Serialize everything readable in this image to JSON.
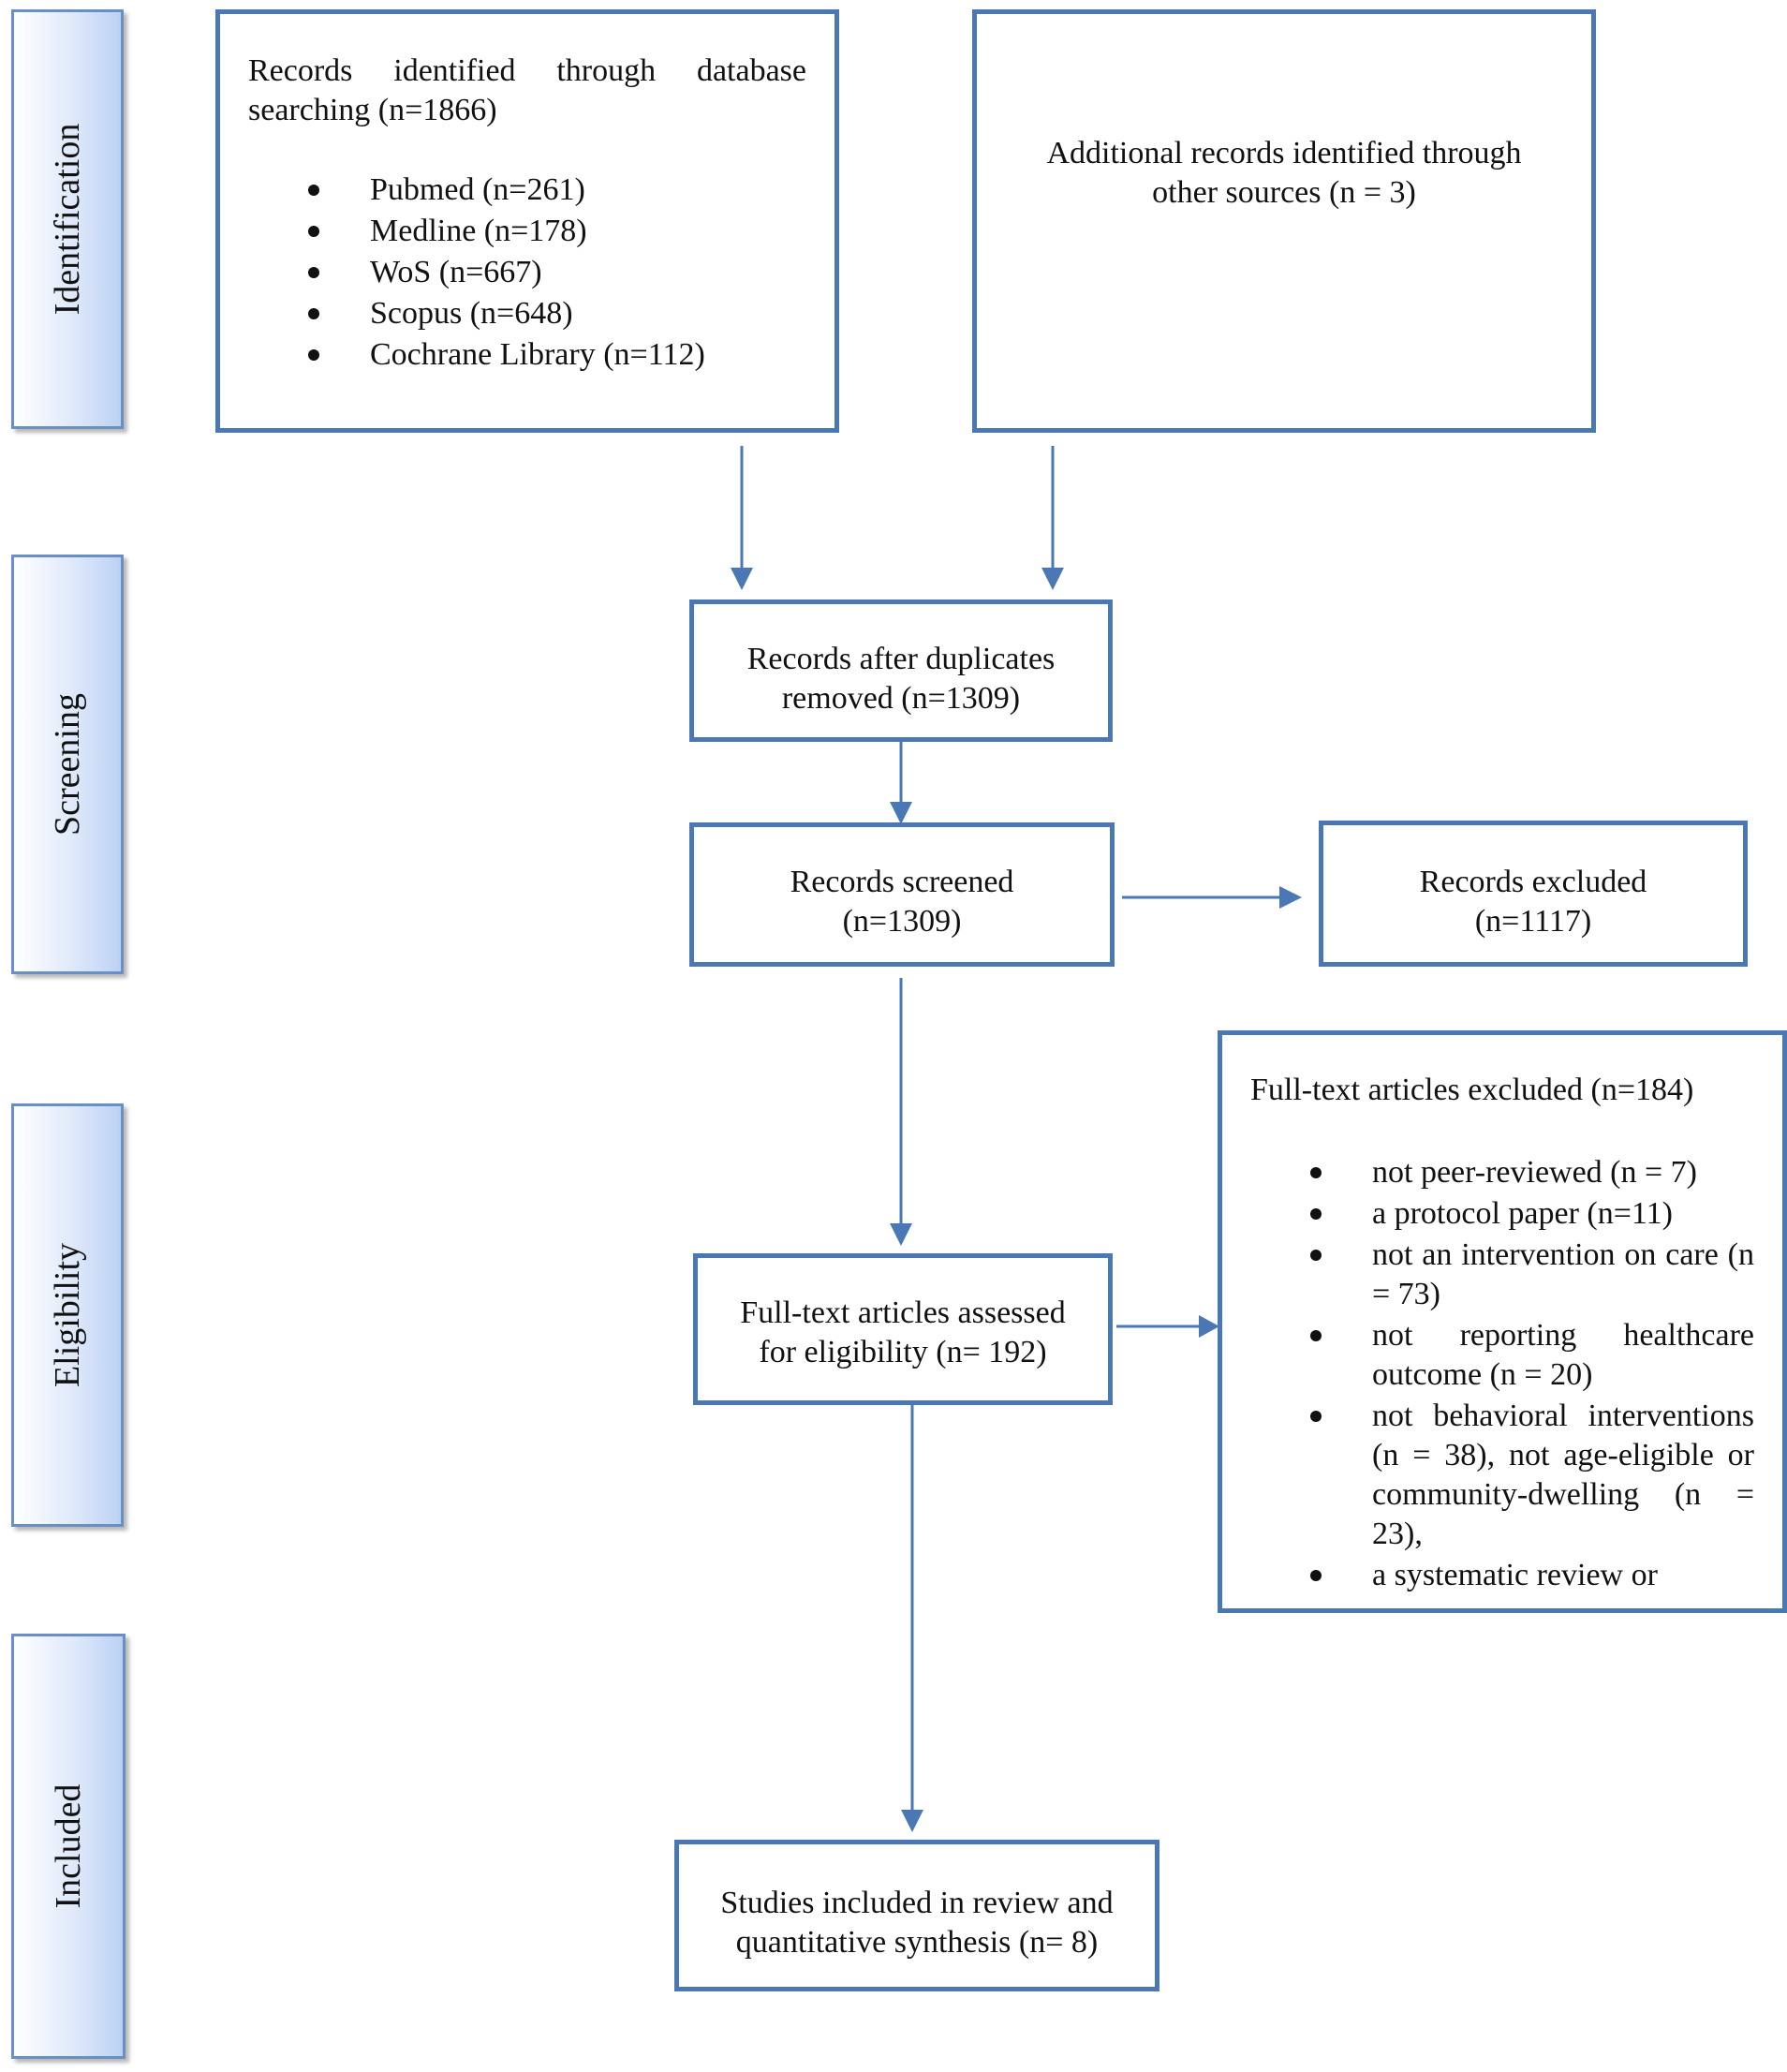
{
  "stages": {
    "identification": "Identification",
    "screening": "Screening",
    "eligibility": "Eligibility",
    "included": "Included"
  },
  "boxes": {
    "database_search": {
      "text": "Records identified through database searching (n=1866)",
      "items": [
        "Pubmed (n=261)",
        "Medline (n=178)",
        "WoS (n=667)",
        "Scopus (n=648)",
        "Cochrane Library (n=112)"
      ]
    },
    "other_sources": {
      "line1": "Additional records identified through",
      "line2": "other sources (n = 3)"
    },
    "duplicates_removed": {
      "line1": "Records after duplicates",
      "line2": "removed (n=1309)"
    },
    "records_screened": {
      "line1": "Records screened",
      "line2": "(n=1309)"
    },
    "records_excluded": {
      "line1": "Records excluded",
      "line2": "(n=1117)"
    },
    "fulltext_assessed": {
      "line1": "Full-text articles assessed",
      "line2": "for eligibility (n= 192)"
    },
    "fulltext_excluded": {
      "title": "Full-text articles excluded (n=184)",
      "items": [
        "not peer-reviewed (n = 7)",
        "a protocol paper (n=11)",
        "not an intervention on care (n = 73)",
        "not reporting healthcare outcome (n = 20)",
        "not behavioral interventions (n = 38), not age-eligible or community-dwelling (n = 23),",
        "a systematic review or"
      ]
    },
    "studies_included": {
      "line1": "Studies included in review and",
      "line2": "quantitative synthesis (n= 8)"
    }
  },
  "colors": {
    "box_border": "#4a78b4",
    "arrow": "#4a78b4",
    "stage_fill": "#bcd1f3"
  }
}
